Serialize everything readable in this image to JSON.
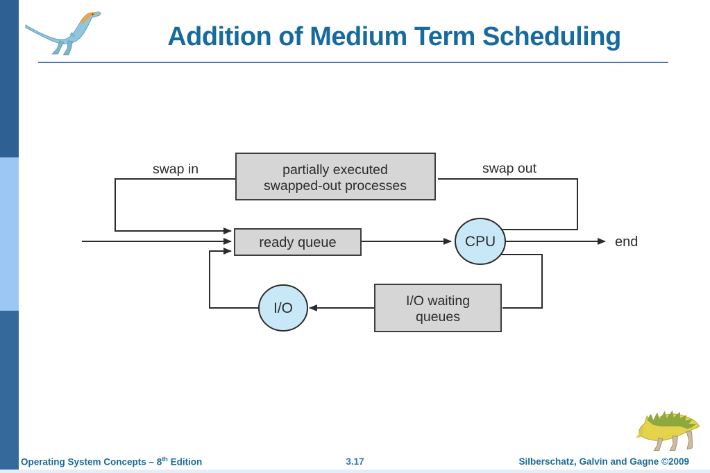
{
  "slide": {
    "title": "Addition of Medium Term Scheduling",
    "footer": {
      "left_prefix": "Operating System Concepts – 8",
      "left_sup": "th",
      "left_suffix": " Edition",
      "page": "3.17",
      "right": "Silberschatz, Galvin and Gagne ©2009"
    }
  },
  "diagram": {
    "labels": {
      "swap_in": "swap in",
      "swap_out": "swap out",
      "end": "end"
    },
    "boxes": {
      "swapped": {
        "line1": "partially executed",
        "line2": "swapped-out processes"
      },
      "ready": {
        "label": "ready queue"
      },
      "io_wait": {
        "line1": "I/O waiting",
        "line2": "queues"
      }
    },
    "nodes": {
      "cpu": "CPU",
      "io": "I/O"
    }
  },
  "icons": {
    "header_logo": "dinosaur-logo",
    "footer_mascot": "dinosaur-mascot"
  },
  "colors": {
    "title_blue": "#176B9C",
    "page_number_blue": "#2E74B5",
    "sidebar_top": "#2E6093",
    "sidebar_light": "#9CC7F5",
    "sidebar_bottom": "#35689B",
    "underline_blue": "#4B7AB8",
    "box_fill": "#D6D6D6",
    "box_border": "#3D3D3D",
    "circle_fill": "#C9E8F7",
    "line_color": "#2B2B2B"
  }
}
